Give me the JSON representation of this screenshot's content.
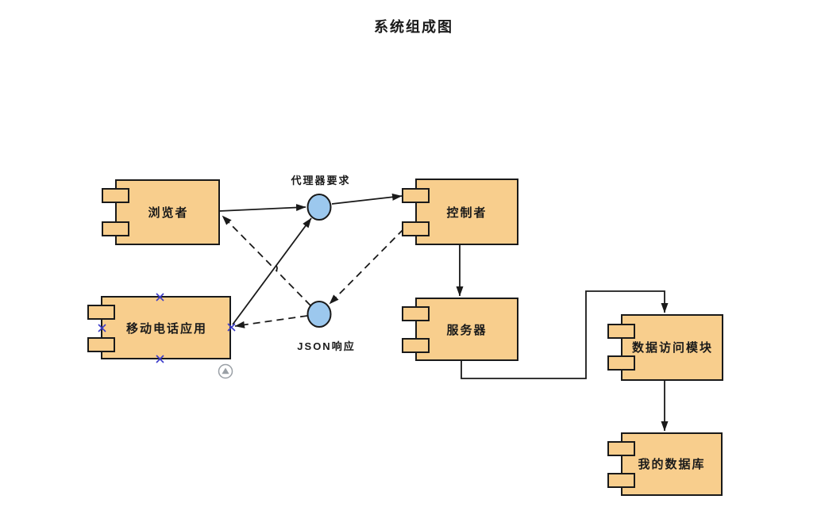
{
  "title": "系统组成图",
  "colors": {
    "background": "#FFFFFF",
    "component_fill": "#F8CE8D",
    "component_border": "#1A1A1A",
    "interface_fill": "#9CC8EE",
    "connector": "#1A1A1A",
    "text": "#1A1A1A",
    "selection_handle": "#3B3BC8",
    "corner_icon": "#9AA0A6"
  },
  "components": [
    {
      "id": "browser",
      "label": "浏览者"
    },
    {
      "id": "mobile-phone-app",
      "label": "移动电话应用",
      "selected": true
    },
    {
      "id": "controller",
      "label": "控制者"
    },
    {
      "id": "server",
      "label": "服务器"
    },
    {
      "id": "data-access-module",
      "label": "数据访问模块"
    },
    {
      "id": "my-database",
      "label": "我的数据库"
    }
  ],
  "interfaces": [
    {
      "id": "proxy-request",
      "label": "代理器要求"
    },
    {
      "id": "json-response",
      "label": "JSON响应"
    }
  ],
  "connections": [
    {
      "from": "浏览者",
      "to": "代理器要求",
      "style": "solid-arrow"
    },
    {
      "from": "代理器要求",
      "to": "控制者",
      "style": "solid-arrow"
    },
    {
      "from": "移动电话应用",
      "to": "代理器要求",
      "style": "solid-arrow"
    },
    {
      "from": "控制者",
      "to": "服务器",
      "style": "solid-arrow"
    },
    {
      "from": "服务器",
      "to": "数据访问模块",
      "style": "solid-arrow-orthogonal"
    },
    {
      "from": "数据访问模块",
      "to": "我的数据库",
      "style": "solid-arrow"
    },
    {
      "from": "控制者",
      "to": "JSON响应",
      "style": "dashed-arrow"
    },
    {
      "from": "JSON响应",
      "to": "浏览者",
      "style": "dashed-arrow"
    },
    {
      "from": "JSON响应",
      "to": "移动电话应用",
      "style": "dashed-arrow"
    }
  ]
}
